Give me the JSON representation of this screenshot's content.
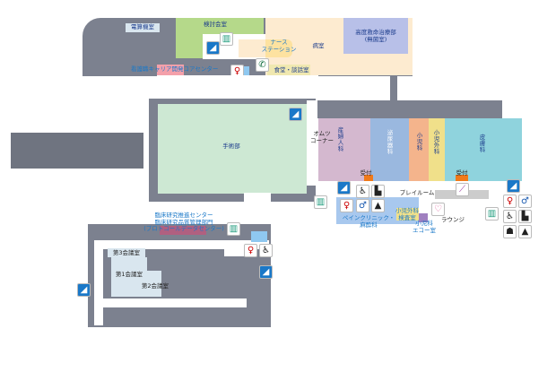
{
  "rooms": {
    "computer_room": "電算機室",
    "conference_room": "検討会室",
    "nurse_station": "ナース\nステーション",
    "ward": "病室",
    "advanced_care": "高度救命治療部\n(無菌室)",
    "nurse_career": "看護職キャリア開発コアセンター",
    "dining": "食堂・談話室",
    "surgery": "手術部",
    "diaper_corner": "オムツ\nコーナー",
    "obgyn": "産婦人科",
    "urology": "泌尿器科",
    "pediatrics": "小児科",
    "pediatric_surgery": "小児外科",
    "dermatology": "皮膚科",
    "reception1": "受付",
    "reception2": "受付",
    "playroom": "プレイルーム",
    "pain_clinic": "ペインクリニック・\n麻酔科",
    "ped_surgery_exam": "小児外科\n検査室",
    "ped_echo": "小児科\nエコー室",
    "lounge": "ラウンジ",
    "clinical_research": "臨床研究推進センター\n臨床研究品質管理部門\n(プロトコールデータセンター)",
    "meeting3": "第3会議室",
    "meeting1": "第1会議室",
    "meeting2": "第2会議室"
  },
  "colors": {
    "green": "#b5d98a",
    "cream": "#fdebd0",
    "purple": "#b8c0e8",
    "surgery": "#cde8d3",
    "obgyn": "#d4b8cf",
    "urology": "#9ab8df",
    "peds": "#f4b48c",
    "pedsurg": "#f0e08a",
    "derm": "#8fd3dd"
  }
}
